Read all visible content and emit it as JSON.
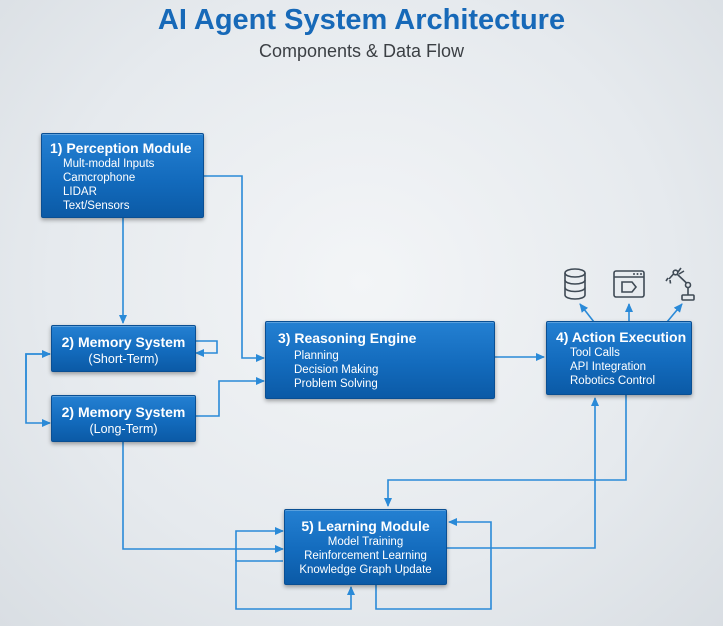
{
  "header": {
    "title": "AI Agent System Architecture",
    "subtitle": "Components & Data Flow"
  },
  "nodes": {
    "perception": {
      "title": "1) Perception Module",
      "items": [
        "Mult-modal Inputs",
        "Camcrophone",
        "LIDAR",
        "Text/Sensors"
      ]
    },
    "memory_short": {
      "title": "2) Memory System",
      "subtitle": "(Short-Term)"
    },
    "memory_long": {
      "title": "2) Memory System",
      "subtitle": "(Long-Term)"
    },
    "reasoning": {
      "title": "3) Reasoning Engine",
      "items": [
        "Planning",
        "Decision Making",
        "Problem Solving"
      ]
    },
    "action": {
      "title": "4) Action Execution",
      "items": [
        "Tool Calls",
        "API Integration",
        "Robotics Control"
      ]
    },
    "learning": {
      "title": "5) Learning Module",
      "items": [
        "Model Training",
        "Reinforcement Learning",
        "Knowledge Graph Update"
      ]
    }
  },
  "action_icons": [
    "database-icon",
    "browser-window-icon",
    "robot-arm-icon"
  ],
  "colors": {
    "title": "#1769b8",
    "box": "#136bbd",
    "connector": "#2a8ad8",
    "icon": "#3f4a55"
  }
}
